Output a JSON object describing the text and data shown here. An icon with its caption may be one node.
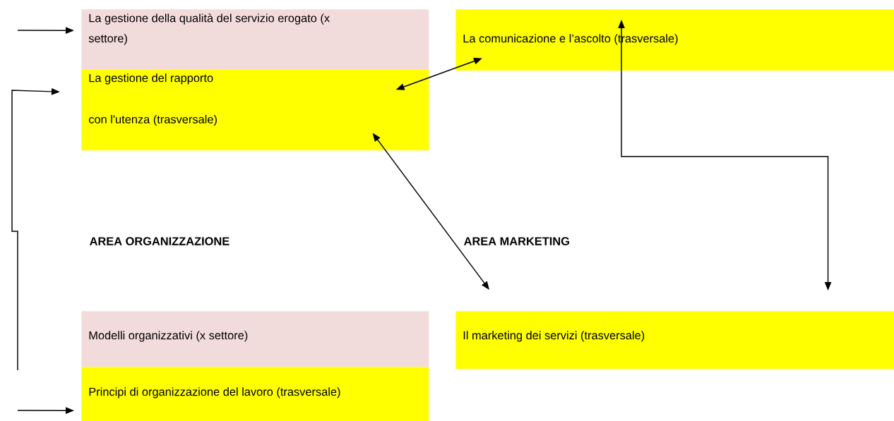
{
  "diagram": {
    "nodes": [
      {
        "text": [
          "La gestione della qualità del servizio erogato (x settore)"
        ]
      },
      {
        "text": [
          "La gestione del rapporto",
          "con l'utenza (trasversale)"
        ]
      },
      {
        "text": [
          "La comunicazione e l’ascolto (trasversale)"
        ]
      },
      {
        "text": [
          "Modelli organizzativi (x settore)"
        ]
      },
      {
        "text": [
          "Principi di organizzazione del lavoro (trasversale)"
        ]
      },
      {
        "text": [
          "Il marketing dei servizi (trasversale)"
        ]
      }
    ],
    "edges": [
      {
        "from": null,
        "to": 0,
        "arrow": "to"
      },
      {
        "from": null,
        "to": 1,
        "arrow": "to"
      },
      {
        "from": null,
        "to": 4,
        "arrow": "to"
      },
      {
        "from": 1,
        "to": 2,
        "arrow": "both"
      },
      {
        "from": 1,
        "to": 5,
        "arrow": "both"
      },
      {
        "from": 5,
        "to": 2,
        "arrow": "both"
      }
    ],
    "labels": [
      "AREA ORGANIZZAZIONE",
      "AREA MARKETING"
    ]
  }
}
